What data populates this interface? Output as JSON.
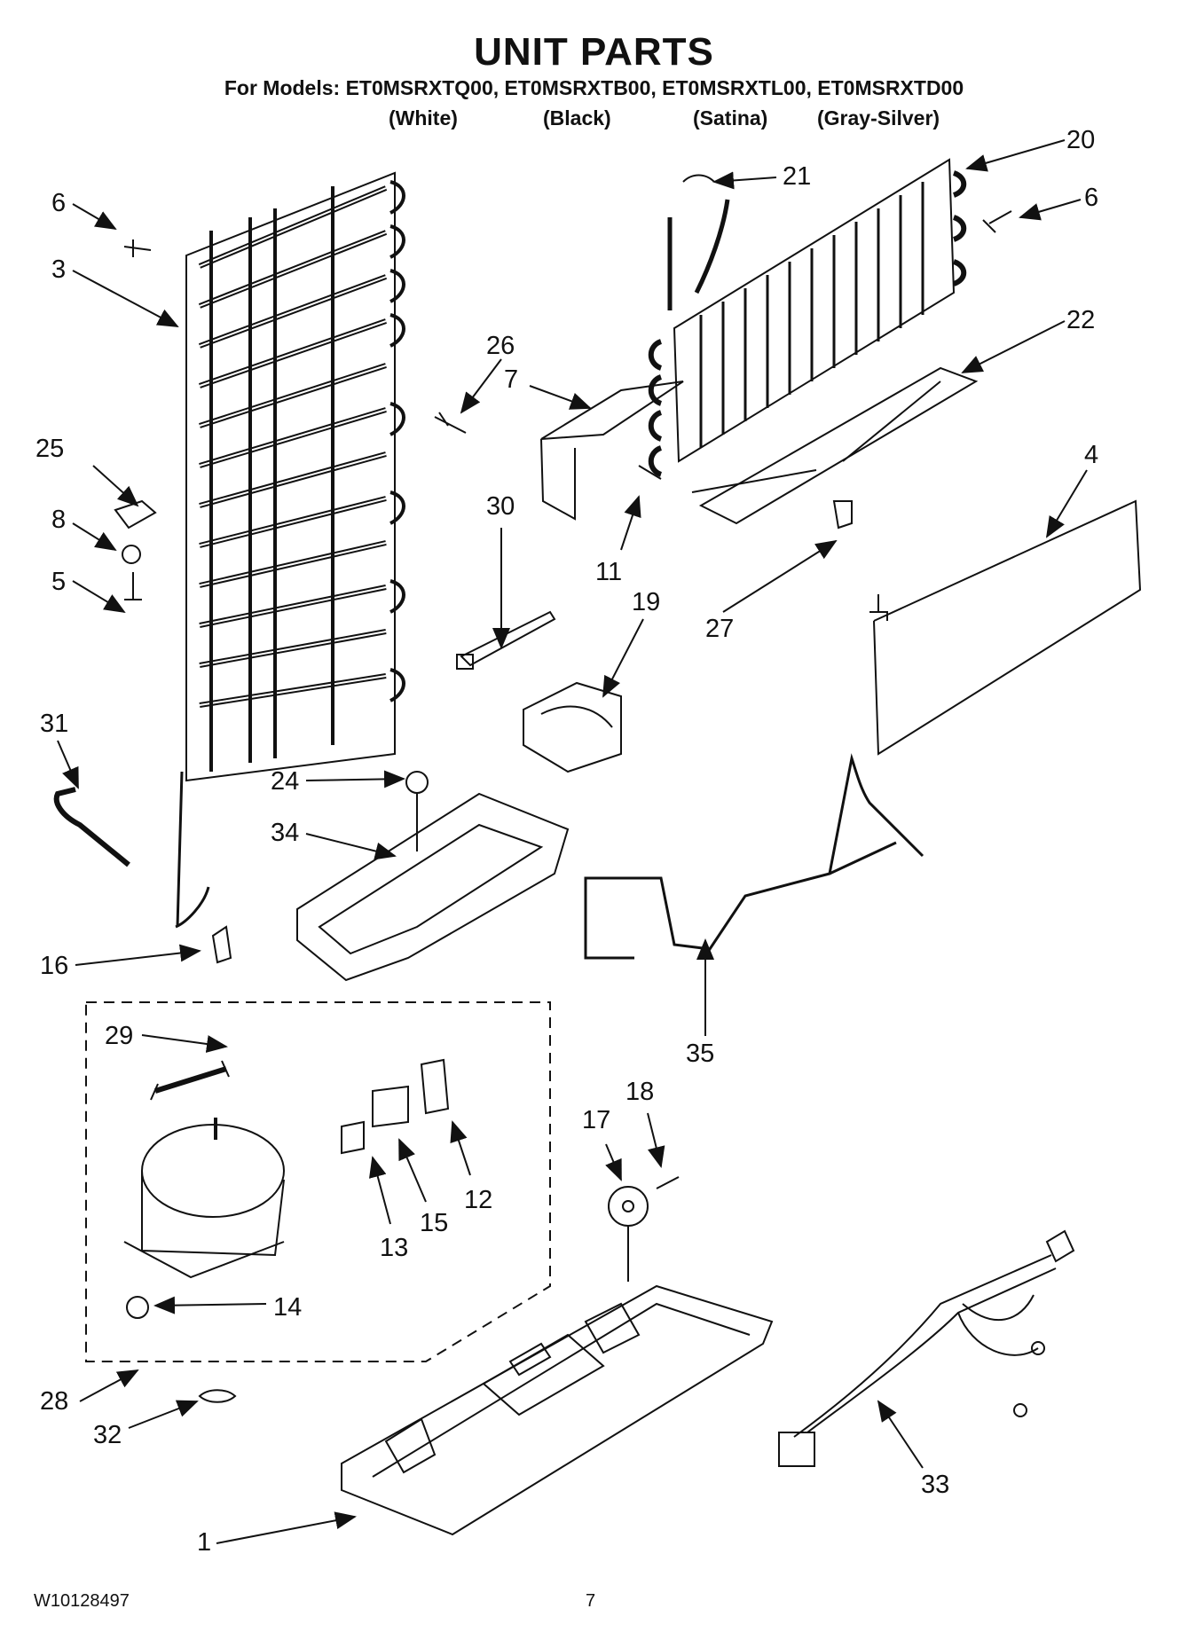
{
  "title": "UNIT PARTS",
  "models_line": "For Models: ET0MSRXTQ00, ET0MSRXTB00, ET0MSRXTL00, ET0MSRXTD00",
  "colors": [
    "(White)",
    "(Black)",
    "(Satina)",
    "(Gray-Silver)"
  ],
  "callouts": {
    "p1": "1",
    "p3": "3",
    "p4": "4",
    "p5": "5",
    "p6a": "6",
    "p6b": "6",
    "p7": "7",
    "p8": "8",
    "p11": "11",
    "p12": "12",
    "p13": "13",
    "p14": "14",
    "p15": "15",
    "p16": "16",
    "p17": "17",
    "p18": "18",
    "p19": "19",
    "p20": "20",
    "p21": "21",
    "p22": "22",
    "p24": "24",
    "p25": "25",
    "p26": "26",
    "p27": "27",
    "p28": "28",
    "p29": "29",
    "p30": "30",
    "p31": "31",
    "p32": "32",
    "p33": "33",
    "p34": "34",
    "p35": "35"
  },
  "footer": {
    "doc_number": "W10128497",
    "page_number": "7"
  }
}
